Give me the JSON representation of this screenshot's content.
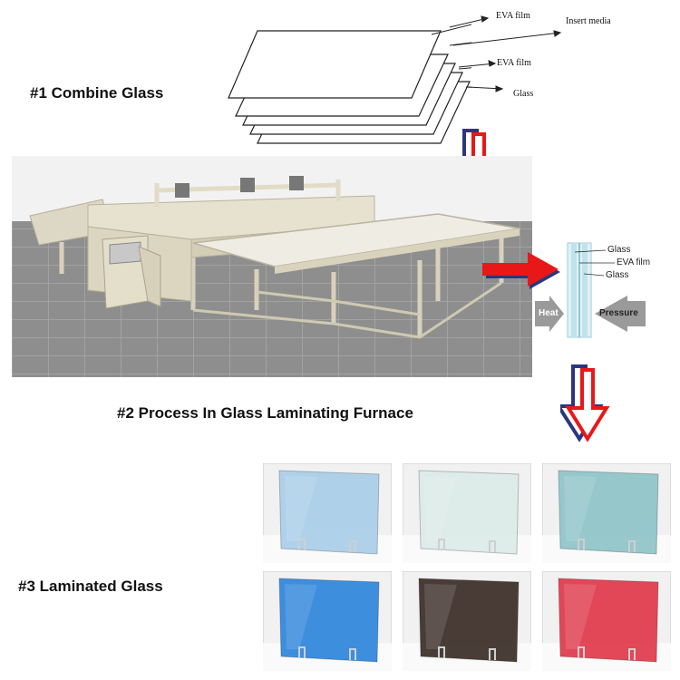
{
  "steps": {
    "step1": "#1 Combine Glass",
    "step2": "#2 Process In Glass Laminating Furnace",
    "step3": "#3 Laminated Glass"
  },
  "layers_diagram": {
    "labels": [
      "EVA film",
      "Insert media",
      "EVA film",
      "Glass"
    ]
  },
  "cross_section": {
    "labels": [
      "Glass",
      "EVA film",
      "Glass"
    ],
    "heat": "Heat",
    "pressure": "Pressure"
  },
  "samples": {
    "colors": [
      "#a9cfe9",
      "#dcebe9",
      "#8fc4c8",
      "#2e86dc",
      "#3b2d28",
      "#e0394a"
    ]
  },
  "colors": {
    "arrow_red": "#e81818",
    "arrow_navy": "#2b3680",
    "furnace_body": "#e7e2cf",
    "floor": "#909090"
  }
}
